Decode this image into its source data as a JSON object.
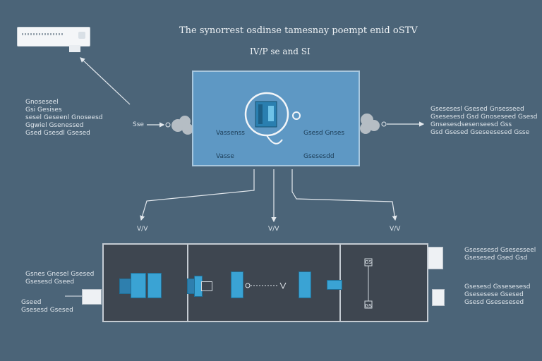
{
  "header": {
    "title": "The synorrest osdinse tamesnay poempt enid oSTV",
    "subtitle": "IV/P se and SI"
  },
  "left_labels": [
    "Gnoseseel",
    "Gsi Gesises",
    "sesel Geseenl Gnoseesd",
    "Ggwiel Gsenessed",
    "Gsed Gsesdl Gsesed"
  ],
  "left_connector_label": "Sse",
  "center": {
    "label_left": [
      "Vassenss",
      "Vasse"
    ],
    "label_right": [
      "Gsesd Gnses",
      "Gsesesdd"
    ]
  },
  "right_labels": [
    "Gsesesesl Gsesed Gnsesseed",
    "Gsesesesd Gsd Gnoseseed Gsesd",
    "Gnsesesdsesenseesd Gss",
    "Gsd Gsesed Gseseesesed Gsse"
  ],
  "arrow_labels": [
    "V/V",
    "V/V",
    "V/V"
  ],
  "bottom_left_labels": [
    "Gsnes Gnesel Gsesed",
    "Gsesesd Gseed"
  ],
  "bottom_left_sub": [
    "Gseed",
    "Gsesesd Gsesed"
  ],
  "bottom_right_labels_top": [
    "Gsesesesd Gsesesseel",
    "Gsesesed Gsed Gsd"
  ],
  "bottom_right_labels_bottom": [
    "Gsesesd Gssesesesd",
    "Gsesesese Gsesed",
    "Gsesd Gsesesesed"
  ],
  "bottom_small_labels": [
    "GS",
    "GS"
  ],
  "colors": {
    "background": "#4b6478",
    "center_panel": "#5e98c4",
    "bottom_panel": "#3e4650",
    "component_blue": "#3aa3d4",
    "line": "#e4e9ee"
  }
}
